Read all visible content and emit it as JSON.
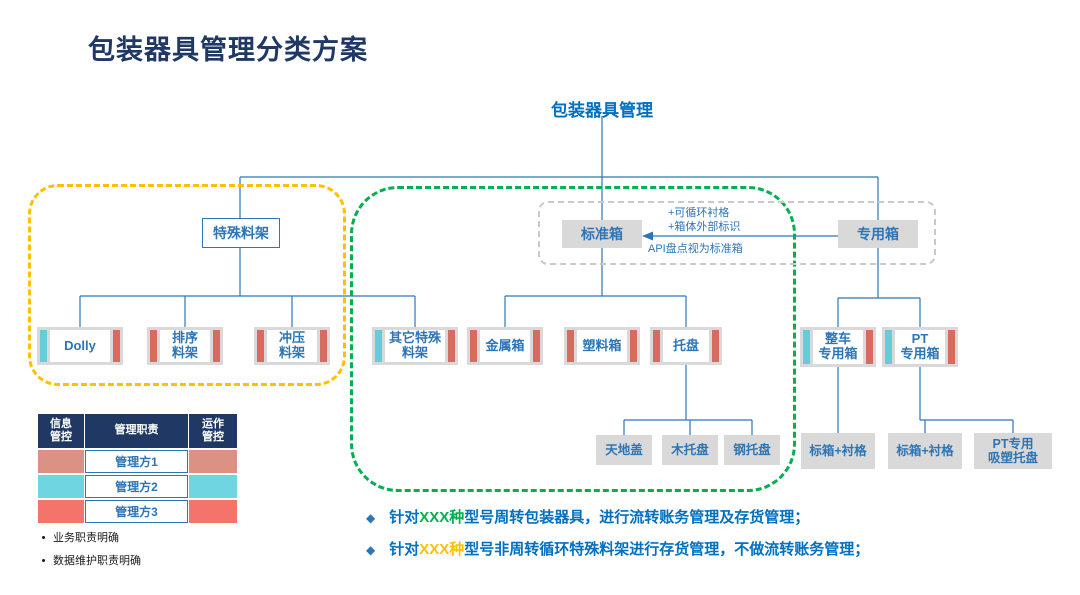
{
  "title": "包装器具管理分类方案",
  "tree": {
    "root": "包装器具管理",
    "nodes": {
      "special_rack": "特殊料架",
      "standard_box": "标准箱",
      "dedicated_box": "专用箱",
      "dolly": "Dolly",
      "sorting_rack": "排序\n料架",
      "stamping_rack": "冲压\n料架",
      "other_special_rack": "其它特殊\n料架",
      "metal_box": "金属箱",
      "plastic_box": "塑料箱",
      "pallet": "托盘",
      "vehicle_dedicated_box": "整车\n专用箱",
      "pt_dedicated_box": "PT\n专用箱",
      "top_bottom_cover": "天地盖",
      "wood_pallet": "木托盘",
      "steel_pallet": "钢托盘",
      "std_box_liner_left": "标箱+衬格",
      "std_box_liner_right": "标箱+衬格",
      "pt_blister_tray": "PT专用\n吸塑托盘"
    },
    "annotation": {
      "line1": "+可循环衬格",
      "line2": "+箱体外部标识",
      "line3": "API盘点视为标准箱"
    }
  },
  "table": {
    "header": {
      "col1": "信息\n管控",
      "col2": "管理职责",
      "col3": "运作\n管控"
    },
    "rows": [
      {
        "label": "管理方1",
        "color": "#DB9184"
      },
      {
        "label": "管理方2",
        "color": "#6FD5E0"
      },
      {
        "label": "管理方3",
        "color": "#F4736B"
      }
    ]
  },
  "notes": [
    "业务职责明确",
    "数据维护职责明确"
  ],
  "bullets": {
    "marker": "◆",
    "items": [
      {
        "pre": "针对",
        "highlight": "XXX种",
        "highlight_color": "#00B050",
        "post": "型号周转包装器具，进行流转账务管理及存货管理；"
      },
      {
        "pre": "针对",
        "highlight": "XXX种",
        "highlight_color": "#FFC000",
        "post": "型号非周转循环特殊料架进行存货管理，不做流转账务管理；"
      }
    ]
  },
  "colors": {
    "title": "#1F3864",
    "connector_blue": "#2E75B6",
    "node_text_blue": "#2E75B6",
    "root_blue": "#0070C0",
    "yellow_dash": "#FFC000",
    "green_dash": "#00B050",
    "gray_dash": "#C9C9C9",
    "node_gray": "#D9D9D9",
    "accent_red": "#D96A5F",
    "accent_teal": "#63CDD8",
    "table_header_navy": "#1F3864"
  }
}
